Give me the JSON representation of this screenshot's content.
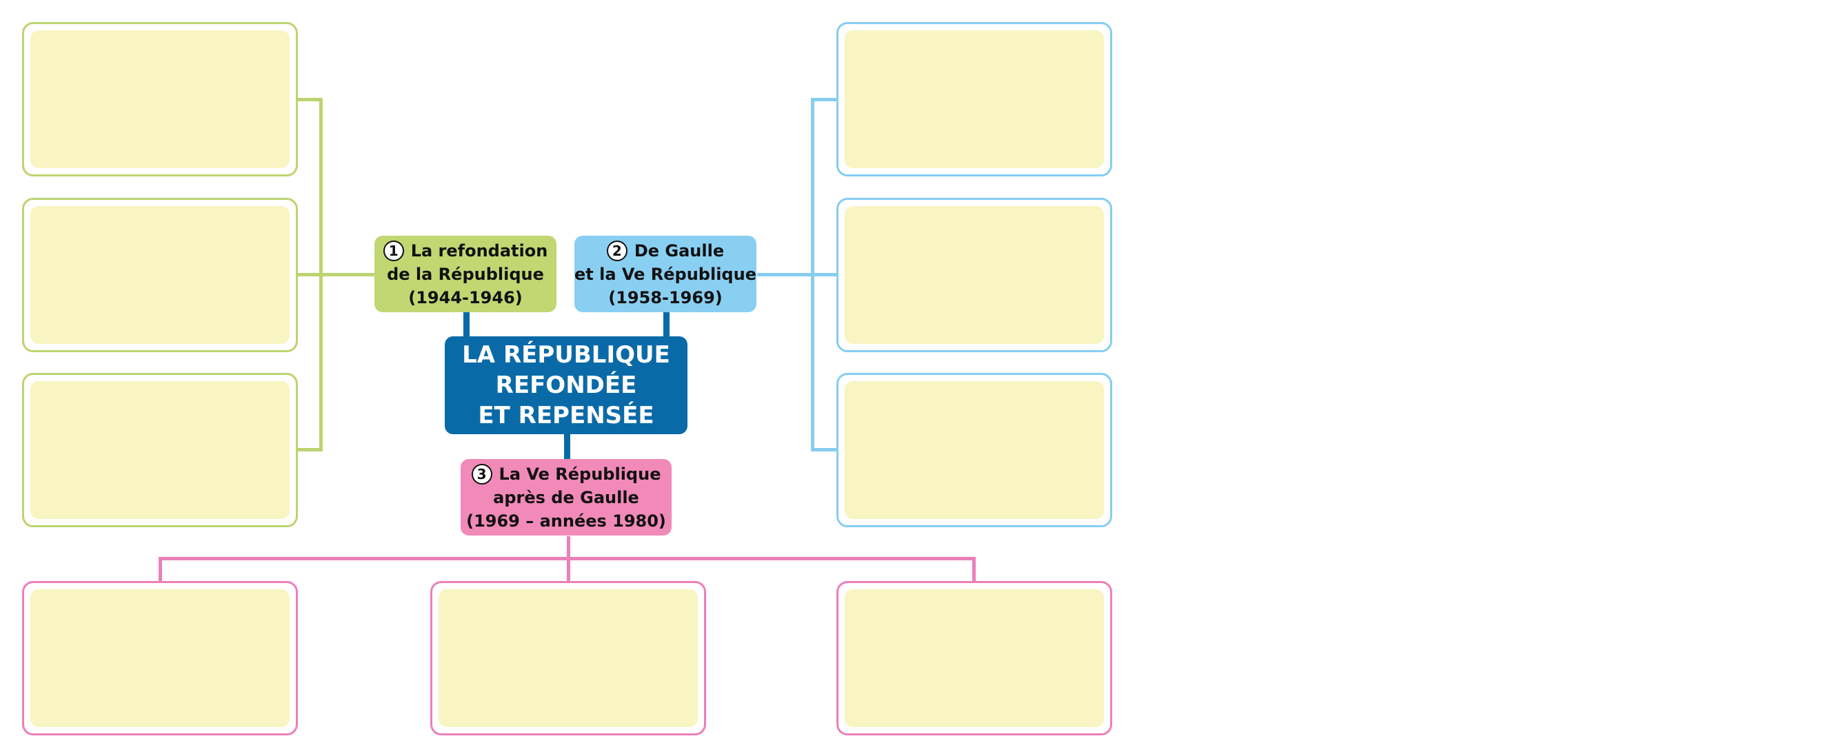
{
  "central": {
    "lines": [
      "LA RÉPUBLIQUE",
      "REFONDÉE",
      "ET REPENSÉE"
    ],
    "color": "#0a6aa8"
  },
  "branches": [
    {
      "number": "1",
      "lines": [
        "La refondation",
        "de la République",
        "(1944-1946)"
      ],
      "color": "#c2d672",
      "empty_boxes": 3
    },
    {
      "number": "2",
      "lines": [
        "De Gaulle",
        "et la Ve République",
        "(1958-1969)"
      ],
      "color": "#89cff2",
      "empty_boxes": 3
    },
    {
      "number": "3",
      "lines": [
        "La Ve République",
        "après de Gaulle",
        "(1969 – années 1980)"
      ],
      "color": "#f18ab8",
      "empty_boxes": 3
    }
  ],
  "box_fill_color": "#f8f5c3"
}
